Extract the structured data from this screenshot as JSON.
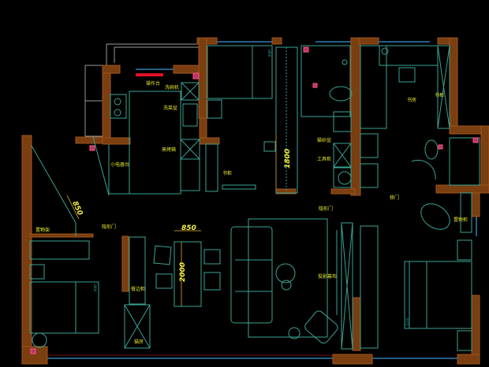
{
  "plan": {
    "labels": {
      "operation_counter": "操作台",
      "dishwasher": "洗碗机",
      "sink": "洗菜盆",
      "steam_oven": "蒸烤箱",
      "small_appliance_counter": "小电器台",
      "bookcase_bedroom": "书柜",
      "litter_box": "猫砂盆",
      "tool_cabinet": "工具柜",
      "study": "书房",
      "bookcase_study": "书柜",
      "sliding_door": "移门",
      "hidden_door_right": "隐形门",
      "hidden_door_left": "隐形门",
      "storage_cabinet": "置物柜",
      "storage_shelf": "置物架",
      "sideboard": "餐边柜",
      "cat_room": "猫房",
      "projection_screen": "投影幕布"
    },
    "dimensions": {
      "wardrobe_length": "1800",
      "diagonal_width": "850",
      "table_width": "850",
      "table_length": "2000"
    },
    "bed_tags": {
      "master_bed": "1800",
      "left_bed": "1800",
      "right_bed": "2100"
    },
    "colors": {
      "background": "#000000",
      "wall": "#7a3e10",
      "furniture": "#3aa394",
      "label": "#e6e62e",
      "window": "#2f7fb0"
    }
  }
}
